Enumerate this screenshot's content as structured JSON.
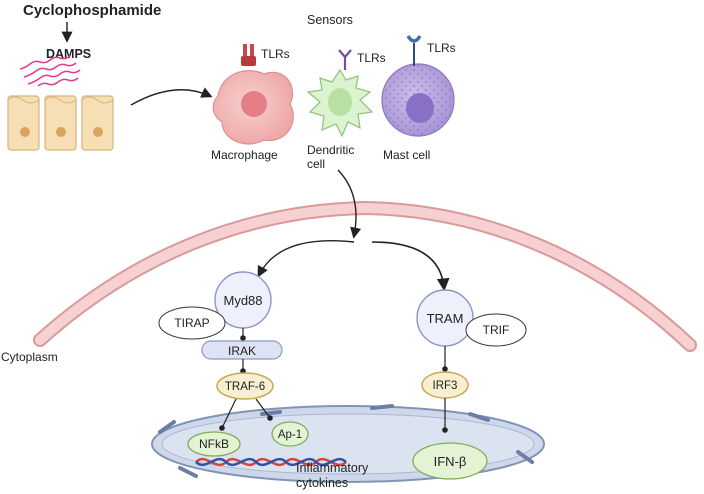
{
  "trigger": {
    "drug": "Cyclophosphamide",
    "damps": "DAMPS"
  },
  "sensors": {
    "title": "Sensors",
    "receptor_label": "TLRs",
    "cells": [
      {
        "name": "Macrophage",
        "color": "#f4b8b8"
      },
      {
        "name_line1": "Dendritic",
        "name_line2": "cell",
        "color": "#d7f0c8"
      },
      {
        "name": "Mast cell",
        "color": "#b7a6dc"
      }
    ]
  },
  "compartment": {
    "label": "Cytoplasm"
  },
  "myd88_pathway": {
    "adaptor": "Myd88",
    "partner": "TIRAP",
    "kinase": "IRAK",
    "traf": "TRAF-6",
    "tf1": "NFkB",
    "tf2": "Ap-1",
    "output_line1": "Inflammatory",
    "output_line2": "cytokines"
  },
  "trif_pathway": {
    "adaptor": "TRAM",
    "partner": "TRIF",
    "tf": "IRF3",
    "output": "IFN-β"
  },
  "colors": {
    "membrane": "#f3c6c6",
    "membrane_edge": "#d99a9a",
    "node_fill": "#eef1fb",
    "node_stroke": "#8a97c4",
    "traf_fill": "#f7efcf",
    "traf_stroke": "#c9a451",
    "tf_fill": "#e4f3d4",
    "tf_stroke": "#7fae5c",
    "nucleus_fill": "#c9d3e6",
    "nucleus_stroke": "#8094b8",
    "dna_red": "#d8433a",
    "dna_blue": "#2f52a8"
  }
}
